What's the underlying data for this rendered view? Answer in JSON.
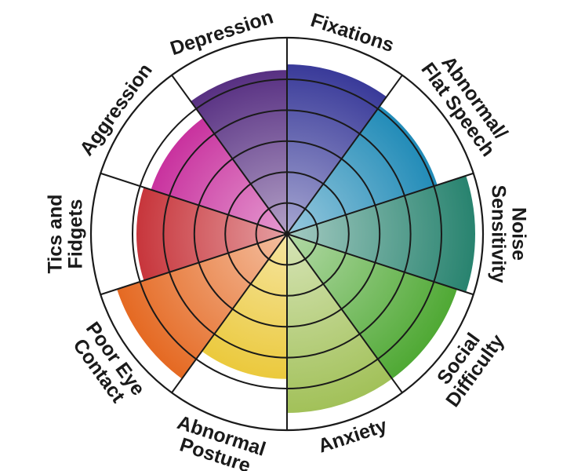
{
  "diagram": {
    "ring_count": 5,
    "segments": [
      {
        "key": "fixations",
        "label_lines": [
          "Fixations"
        ],
        "level": 0.9,
        "color": "#2d2e93"
      },
      {
        "key": "flat_speech",
        "label_lines": [
          "Abnormal/",
          "Flat Speech"
        ],
        "level": 0.84,
        "color": "#0a7fb0"
      },
      {
        "key": "noise",
        "label_lines": [
          "Noise",
          "Sensitivity"
        ],
        "level": 1.0,
        "color": "#28836f"
      },
      {
        "key": "social",
        "label_lines": [
          "Social",
          "Difficulty"
        ],
        "level": 0.95,
        "color": "#4aa62e"
      },
      {
        "key": "anxiety",
        "label_lines": [
          "Anxiety"
        ],
        "level": 0.95,
        "color": "#9fbf54"
      },
      {
        "key": "posture",
        "label_lines": [
          "Abnormal",
          "Posture"
        ],
        "level": 0.77,
        "color": "#e8c11f"
      },
      {
        "key": "eye_contact",
        "label_lines": [
          "Poor Eye",
          "Contact"
        ],
        "level": 0.95,
        "color": "#e4651c"
      },
      {
        "key": "tics",
        "label_lines": [
          "Tics and",
          "Fidgets"
        ],
        "level": 0.8,
        "color": "#c01b22"
      },
      {
        "key": "aggression",
        "label_lines": [
          "Aggression"
        ],
        "level": 0.76,
        "color": "#c0118f"
      },
      {
        "key": "depression",
        "label_lines": [
          "Depression"
        ],
        "level": 0.87,
        "color": "#4a1f78"
      }
    ]
  }
}
